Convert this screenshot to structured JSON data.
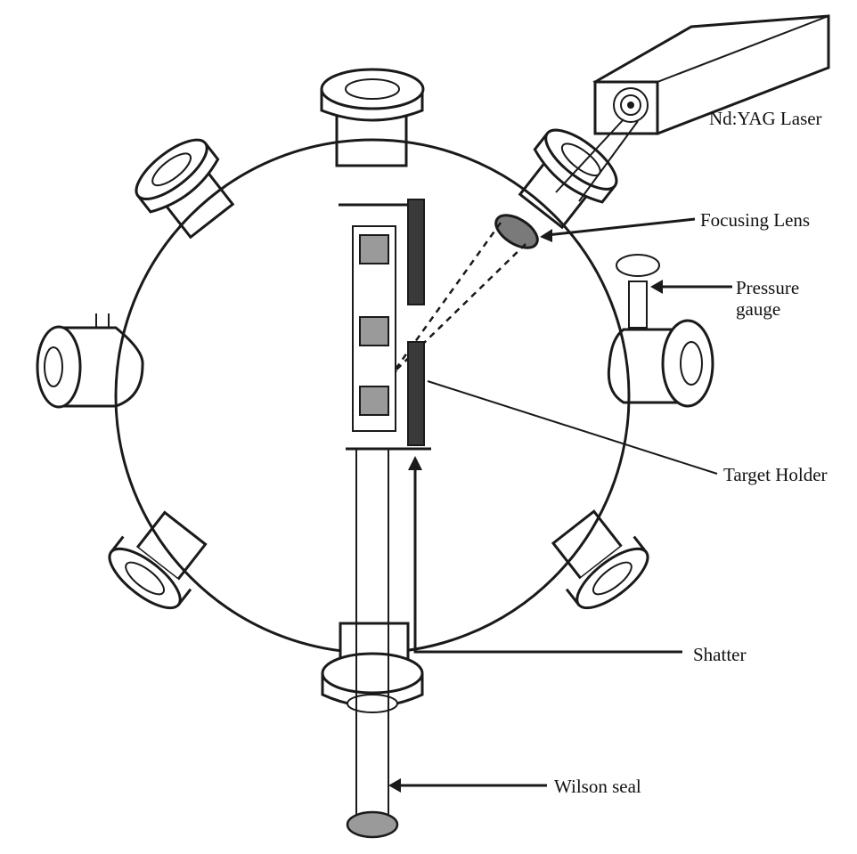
{
  "labels": {
    "laser": "Nd:YAG Laser",
    "lens": "Focusing Lens",
    "pressure_line1": "Pressure",
    "pressure_line2": "gauge",
    "target": "Target Holder",
    "shatter": "Shatter",
    "wilson": "Wilson seal"
  },
  "colors": {
    "line": "#1a1a1a",
    "target_fill": "#9a9a9a",
    "shutter_fill": "#3a3a3a",
    "lens_fill": "#7a7a7a"
  }
}
